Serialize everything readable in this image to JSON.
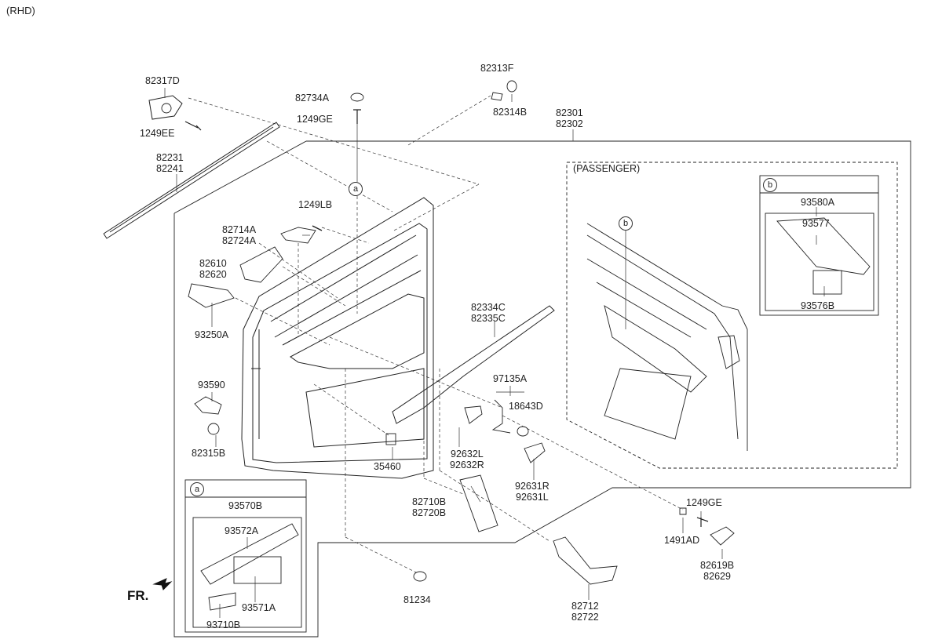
{
  "variant_label": "(RHD)",
  "direction_label": "FR.",
  "passenger_label": "(PASSENGER)",
  "callouts": {
    "a": "a",
    "b": "b"
  },
  "parts": {
    "p82317D": "82317D",
    "p1249EE": "1249EE",
    "p82231": "82231\n82241",
    "p82734A": "82734A",
    "p1249GE_top": "1249GE",
    "p82313F": "82313F",
    "p82314B": "82314B",
    "p82301": "82301\n82302",
    "p1249LB": "1249LB",
    "p82714A": "82714A\n82724A",
    "p82610": "82610\n82620",
    "p93250A": "93250A",
    "p93590": "93590",
    "p82315B": "82315B",
    "p82334C": "82334C\n82335C",
    "p97135A": "97135A",
    "p18643D": "18643D",
    "p92632L": "92632L\n92632R",
    "p92631R": "92631R\n92631L",
    "p35460": "35460",
    "p82710B": "82710B\n82720B",
    "p81234": "81234",
    "p82712": "82712\n82722",
    "p1249GE_right": "1249GE",
    "p1491AD": "1491AD",
    "p82619B": "82619B\n82629",
    "p93570B": "93570B",
    "p93572A": "93572A",
    "p93571A": "93571A",
    "p93710B": "93710B",
    "p93580A": "93580A",
    "p93577": "93577",
    "p93576B": "93576B"
  }
}
